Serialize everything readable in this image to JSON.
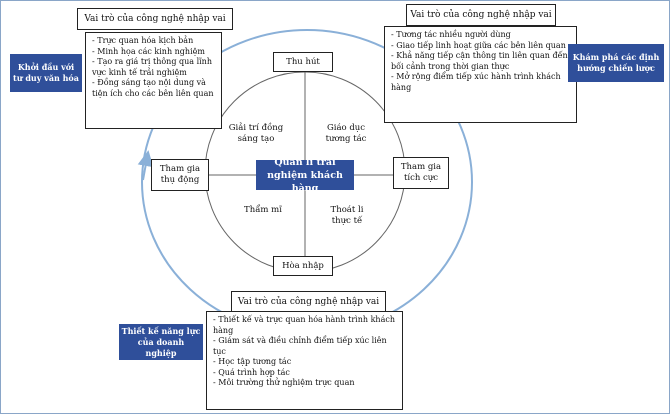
{
  "top_left": {
    "header": "Vai trò của công nghệ nhập vai",
    "items": [
      "- Trực quan hóa kịch bản",
      "- Minh họa các kinh nghiệm",
      "- Tạo ra giá trị thông qua lĩnh vực kinh tế trải nghiệm",
      "- Đồng sáng tạo nội dung và tiện ích cho các bên liên quan"
    ]
  },
  "top_right": {
    "header": "Vai trò của công nghệ nhập vai",
    "items": [
      "- Tương tác nhiều người dùng",
      "- Giao tiếp linh hoạt giữa các bên liên quan",
      "- Khả năng tiếp cận thông tin liên quan đến bối cảnh trong thời gian thực",
      "- Mở rộng điểm tiếp xúc hành trình khách hàng"
    ]
  },
  "bottom": {
    "header": "Vai trò của công nghệ nhập vai",
    "items": [
      "- Thiết kế và trực quan hóa hành trình khách hàng",
      "- Giám sát và điều chỉnh điểm tiếp xúc liên tục",
      "- Học tập tương tác",
      "- Quá trình hợp tác",
      "- Môi trường thử nghiệm trực quan"
    ]
  },
  "stages": {
    "start": "Khởi đầu với tư duy văn hóa",
    "explore": "Khám phá các định hướng chiến lược",
    "design": "Thiết kế năng lực của doanh nghiệp"
  },
  "center": "Quản lí trải nghiệm khách hàng",
  "axes": {
    "top": "Thu hút",
    "bottom": "Hòa nhập",
    "left": "Tham gia thụ động",
    "right": "Tham gia tích cực"
  },
  "quadrants": {
    "top_left": "Giải trí đồng sáng tạo",
    "top_right": "Giáo dục tương tác",
    "bottom_left": "Thẩm mĩ",
    "bottom_right": "Thoát li thực tế"
  },
  "colors": {
    "accent": "#2f4f9a",
    "cycle": "#8ab0d8",
    "frame": "#8aa6c8"
  }
}
